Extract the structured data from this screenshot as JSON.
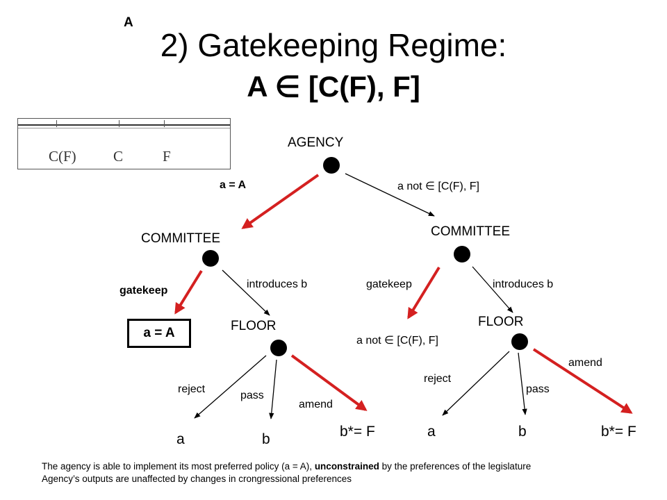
{
  "title": {
    "line1": "2) Gatekeeping Regime:",
    "line2": "A ∈ [C(F), F]"
  },
  "inset": {
    "label_a": "A",
    "label_cf": "C(F)",
    "label_c": "C",
    "label_f": "F"
  },
  "nodes": {
    "agency": "AGENCY",
    "committee_left": "COMMITTEE",
    "committee_right": "COMMITTEE",
    "floor_left": "FLOOR",
    "floor_right": "FLOOR"
  },
  "edges": {
    "agency_left": "a = A",
    "agency_right": "a not ∈ [C(F), F]",
    "committee_left_gatekeep": "gatekeep",
    "committee_left_introduces": "introduces b",
    "committee_right_gatekeep": "gatekeep",
    "committee_right_introduces": "introduces b",
    "floor_left_reject": "reject",
    "floor_left_pass": "pass",
    "floor_left_amend": "amend",
    "floor_right_reject": "reject",
    "floor_right_pass": "pass",
    "floor_right_amend": "amend"
  },
  "outcomes": {
    "gatekeep_left": "a = A",
    "gatekeep_right": "a not ∈ [C(F), F]",
    "left_a": "a",
    "left_b": "b",
    "left_bstar": "b*= F",
    "right_a": "a",
    "right_b": "b",
    "right_bstar": "b*= F"
  },
  "footnote": {
    "line1_before": "The agency is able to implement its most preferred policy (a = A), ",
    "line1_bold": "unconstrained",
    "line1_after": " by the preferences of the legislature",
    "line2": "Agency’s outputs are unaffected by changes in crongressional preferences"
  },
  "colors": {
    "highlight": "#d42020",
    "line": "#000000"
  }
}
